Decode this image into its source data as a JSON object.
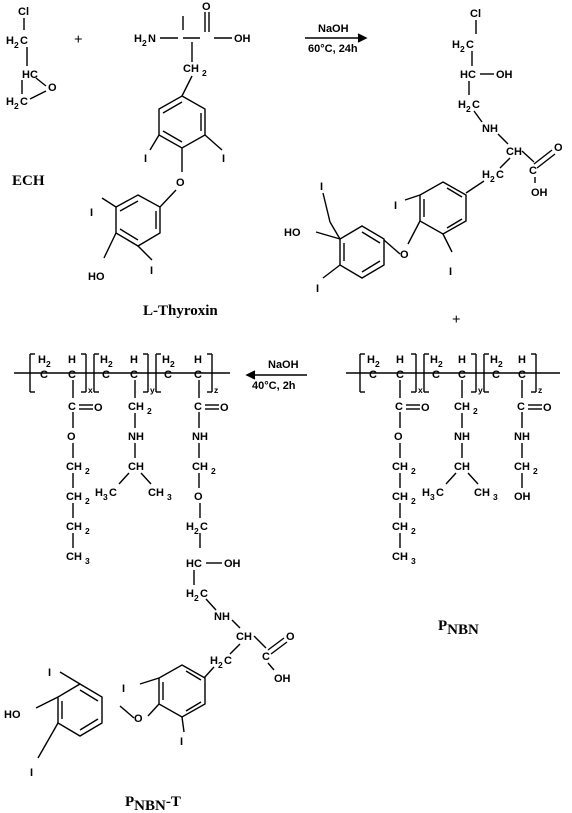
{
  "labels": {
    "ech": "ECH",
    "thyroxin": "L-Thyroxin",
    "pnbn_p": "P",
    "pnbn_sub": "NBN",
    "pnbnt_p": "P",
    "pnbnt_sub": "NBN",
    "pnbnt_suffix": "-T",
    "plus1": "+",
    "plus2": "+"
  },
  "reactions": {
    "step1_reagent": "NaOH",
    "step1_conditions": "60°C,  24h",
    "step2_reagent": "NaOH",
    "step2_conditions": "40°C,  2h"
  },
  "atoms": {
    "cl": "Cl",
    "h2c": "H",
    "c": "C",
    "hc": "HC",
    "o": "O",
    "oh": "OH",
    "ho": "HO",
    "h2n": "H",
    "n": "N",
    "nh": "NH",
    "i": "I",
    "h3c": "H",
    "ch3": "CH",
    "ch2": "CH",
    "ch": "CH",
    "h2": "H",
    "h": "H",
    "two": "2",
    "three": "3",
    "x": "x",
    "y": "y",
    "z": "z"
  }
}
